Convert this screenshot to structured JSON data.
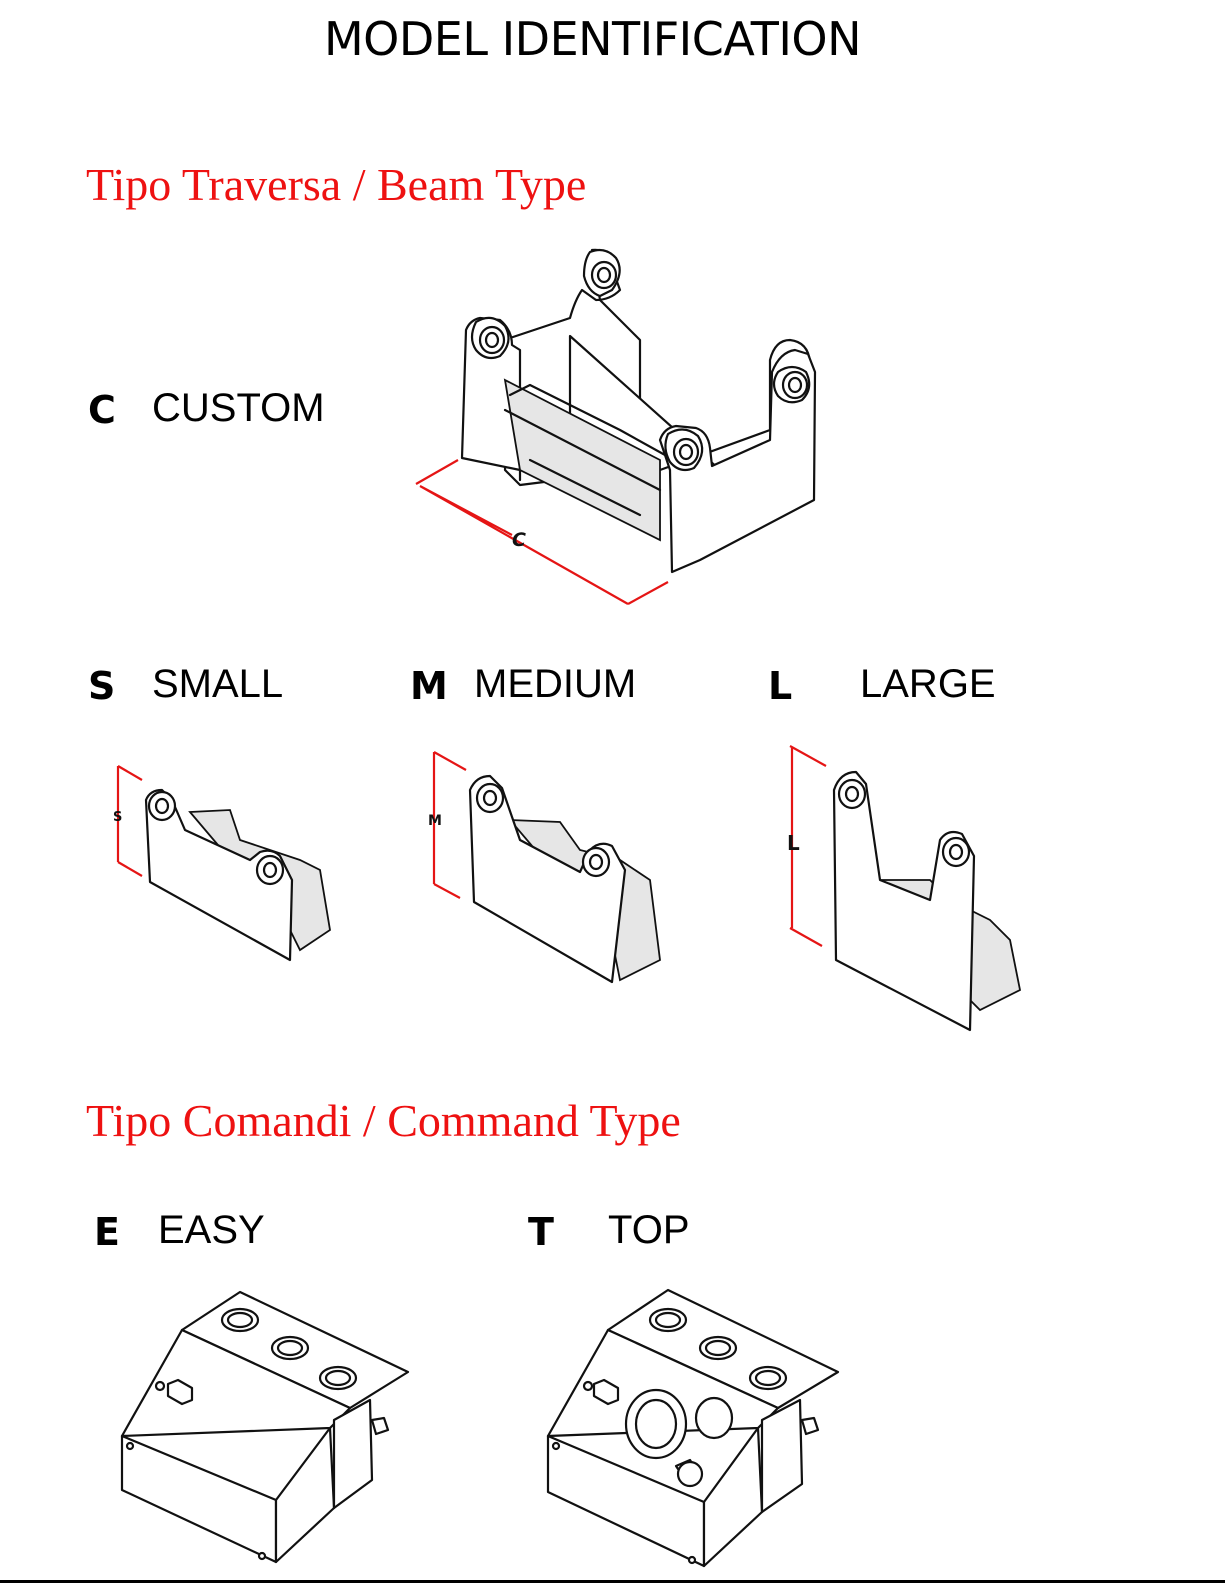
{
  "title": "MODEL IDENTIFICATION",
  "beam_section": {
    "heading": "Tipo Traversa / Beam Type",
    "custom": {
      "code": "C",
      "label": "CUSTOM",
      "dimension": "C"
    },
    "small": {
      "code": "S",
      "label": "SMALL",
      "dimension": "S"
    },
    "medium": {
      "code": "M",
      "label": "MEDIUM",
      "dimension": "M"
    },
    "large": {
      "code": "L",
      "label": "LARGE",
      "dimension": "L"
    }
  },
  "command_section": {
    "heading": "Tipo Comandi / Command Type",
    "easy": {
      "code": "E",
      "label": "EASY"
    },
    "top": {
      "code": "T",
      "label": "TOP"
    }
  },
  "colors": {
    "heading": "#ee1111",
    "dimension_line": "#e51515",
    "ink": "#111111"
  }
}
